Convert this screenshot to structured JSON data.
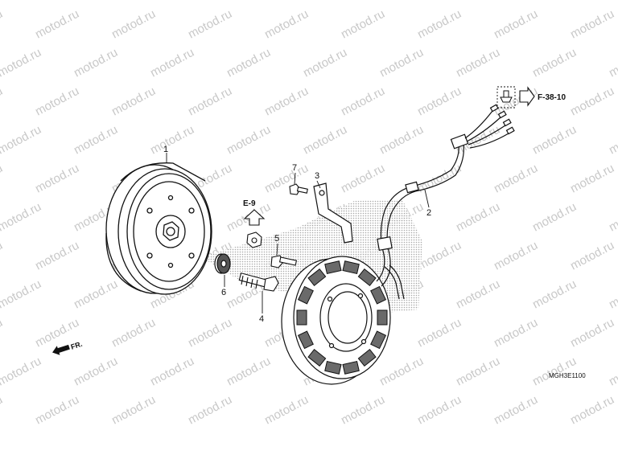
{
  "watermark": {
    "text": "motod.ru",
    "color": "#c8c8c8"
  },
  "parts": [
    {
      "number": "1"
    },
    {
      "number": "2"
    },
    {
      "number": "3"
    },
    {
      "number": "4"
    },
    {
      "number": "5"
    },
    {
      "number": "6"
    },
    {
      "number": "7"
    }
  ],
  "references": {
    "e9": "E-9",
    "f3810": "F-38-10"
  },
  "direction_label": "FR.",
  "diagram_code": "MGH3E1100",
  "colors": {
    "line": "#111111",
    "shade": "#bdbdbd"
  }
}
